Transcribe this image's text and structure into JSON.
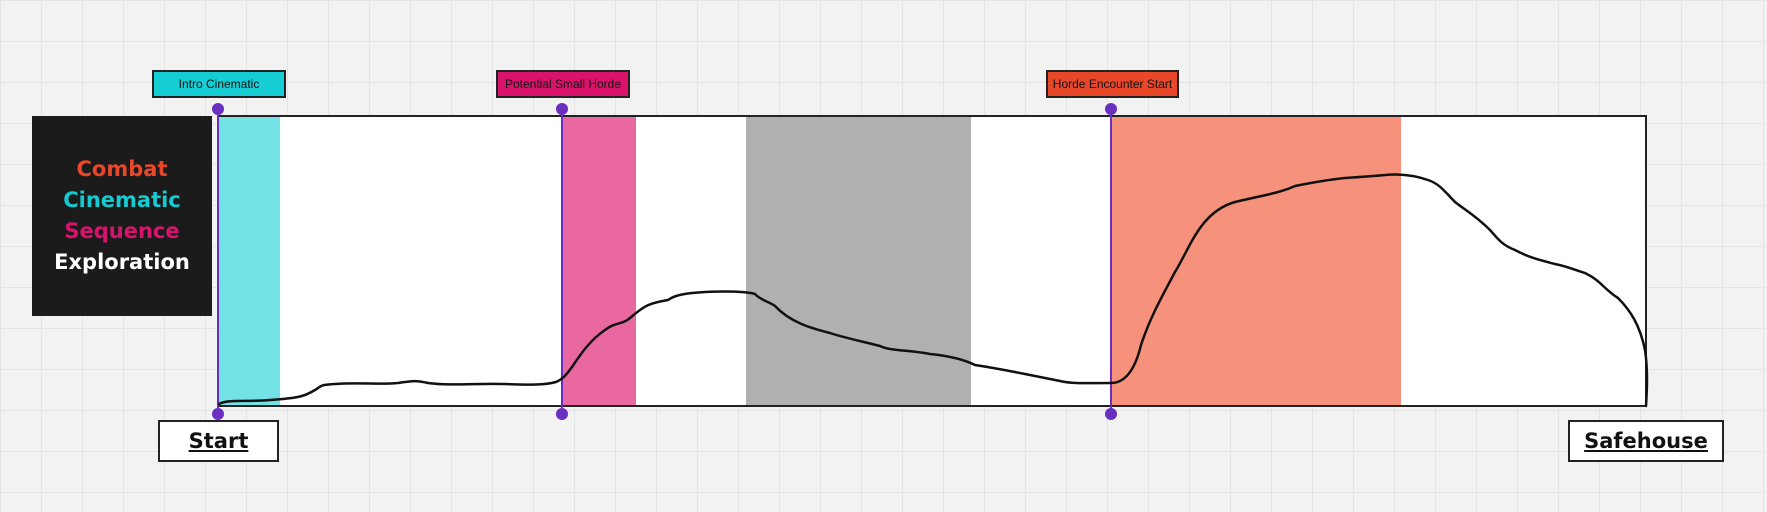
{
  "legend": {
    "items": [
      {
        "label": "Combat",
        "color": "#e8472a"
      },
      {
        "label": "Cinematic",
        "color": "#17c9d1"
      },
      {
        "label": "Sequence",
        "color": "#d8136b"
      },
      {
        "label": "Exploration",
        "color": "#ffffff"
      }
    ]
  },
  "markers": [
    {
      "label": "Intro Cinematic",
      "color": "#17cdd4"
    },
    {
      "label": "Potential Small Horde",
      "color": "#d9136c"
    },
    {
      "label": "Horde Encounter Start",
      "color": "#e8472a"
    }
  ],
  "endpoints": {
    "start": "Start",
    "end": "Safehouse"
  },
  "colors": {
    "cinematic_band": "#72e2e6",
    "sequence_band": "#ea68a0",
    "neutral_band": "#b0b0b0",
    "combat_band": "#f6917c",
    "marker_line": "#6a2fc0"
  }
}
